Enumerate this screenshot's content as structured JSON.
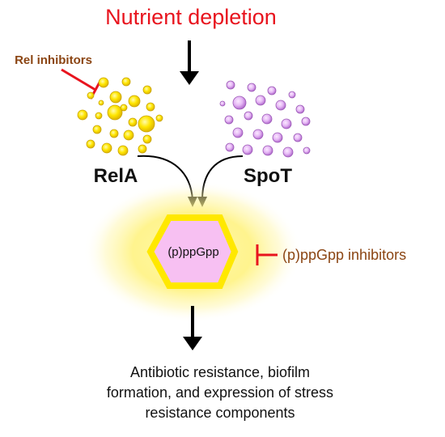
{
  "title": "Nutrient depletion",
  "rel_inhibitors_label": "Rel inhibitors",
  "enzymes": {
    "left": "RelA",
    "right": "SpoT"
  },
  "alarmone_label": "(p)ppGpp",
  "ppgpp_inhibitors_label": "(p)ppGpp inhibitors",
  "outcome_lines": [
    "Antibiotic resistance, biofilm",
    "formation, and expression of stress",
    "resistance components"
  ],
  "colors": {
    "title": "#e8141e",
    "inhibitor_text": "#8b4513",
    "inhibitor_bar": "#e8141e",
    "rela_dots": "#ffe600",
    "spot_dots": "#e6b8f5",
    "hexagon_fill": "#f7c0f2",
    "hexagon_border": "#ffe800"
  }
}
